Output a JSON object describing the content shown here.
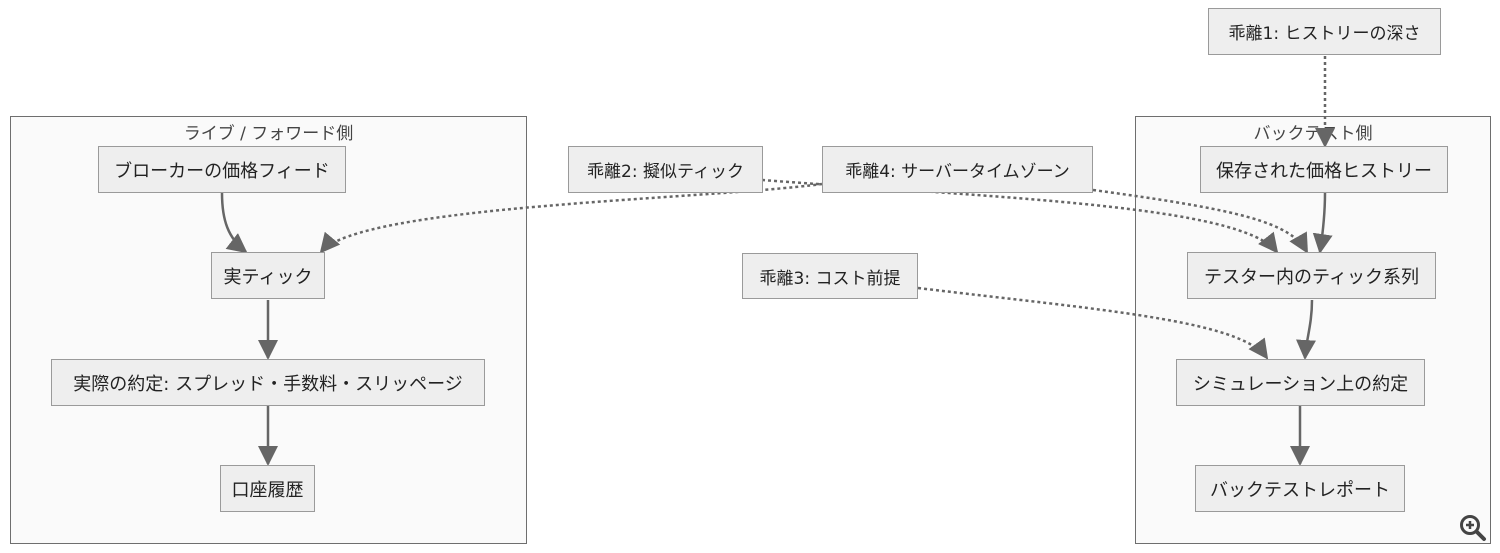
{
  "clusters": {
    "live": {
      "title": "ライブ / フォワード側"
    },
    "backtest": {
      "title": "バックテスト側"
    }
  },
  "nodes": {
    "broker_feed": "ブローカーの価格フィード",
    "real_tick": "実ティック",
    "actual_fill": "実際の約定: スプレッド・手数料・スリッページ",
    "account_history": "口座履歴",
    "saved_history": "保存された価格ヒストリー",
    "tester_ticks": "テスター内のティック系列",
    "sim_fill": "シミュレーション上の約定",
    "backtest_report": "バックテストレポート",
    "div1": "乖離1: ヒストリーの深さ",
    "div2": "乖離2: 擬似ティック",
    "div3": "乖離3: コスト前提",
    "div4": "乖離4: サーバータイムゾーン"
  },
  "edges": [
    {
      "from": "broker_feed",
      "to": "real_tick",
      "style": "solid"
    },
    {
      "from": "real_tick",
      "to": "actual_fill",
      "style": "solid"
    },
    {
      "from": "actual_fill",
      "to": "account_history",
      "style": "solid"
    },
    {
      "from": "saved_history",
      "to": "tester_ticks",
      "style": "solid"
    },
    {
      "from": "tester_ticks",
      "to": "sim_fill",
      "style": "solid"
    },
    {
      "from": "sim_fill",
      "to": "backtest_report",
      "style": "solid"
    },
    {
      "from": "div1",
      "to": "saved_history",
      "style": "dotted"
    },
    {
      "from": "div2",
      "to": "tester_ticks",
      "style": "dotted"
    },
    {
      "from": "div4",
      "to": "real_tick",
      "style": "dotted"
    },
    {
      "from": "div4",
      "to": "tester_ticks",
      "style": "dotted"
    },
    {
      "from": "div3",
      "to": "sim_fill",
      "style": "dotted"
    }
  ],
  "colors": {
    "edge": "#666666",
    "node_fill": "#eeeeee",
    "node_border": "#9a9a9a",
    "cluster_fill": "#fafafa"
  },
  "controls": {
    "zoom_icon": "zoom-in-icon"
  }
}
